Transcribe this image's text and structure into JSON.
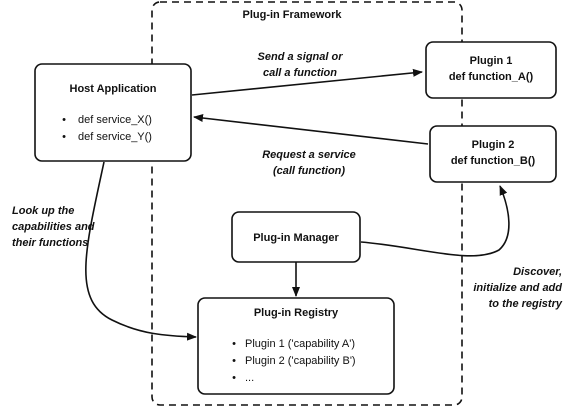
{
  "framework": {
    "title": "Plug-in Framework"
  },
  "host": {
    "title": "Host Application",
    "items": [
      "def service_X()",
      "def service_Y()"
    ]
  },
  "plugin1": {
    "title": "Plugin 1",
    "func": "def function_A()"
  },
  "plugin2": {
    "title": "Plugin 2",
    "func": "def function_B()"
  },
  "manager": {
    "title": "Plug-in Manager"
  },
  "registry": {
    "title": "Plug-in Registry",
    "items": [
      "Plugin 1 ('capability A')",
      "Plugin 2 ('capability B')",
      "..."
    ]
  },
  "labels": {
    "send": [
      "Send a signal or",
      "call a function"
    ],
    "request": [
      "Request a service",
      "(call function)"
    ],
    "lookup": [
      "Look up the",
      "capabilities and",
      "their functions"
    ],
    "discover": [
      "Discover,",
      "initialize and add",
      "to the registry"
    ]
  },
  "bullet": "•"
}
